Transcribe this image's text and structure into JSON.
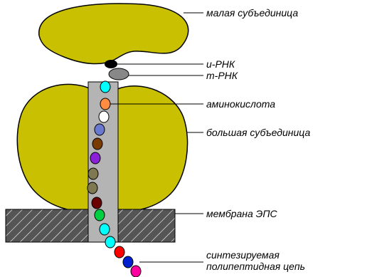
{
  "labels": {
    "small_subunit": "малая субъединица",
    "mrna": "и-РНК",
    "trna": "т-РНК",
    "amino_acid": "аминокислота",
    "large_subunit": "большая субъединица",
    "er_membrane": "мембрана ЭПС",
    "polypeptide_line1": "синтезируемая",
    "polypeptide_line2": "полипептидная цепь"
  },
  "colors": {
    "subunit": "#c8c000",
    "membrane": "#555555",
    "channel": "#b4b4b4",
    "trna": "#888888",
    "mrna": "#000000"
  },
  "chain_colors": [
    "#00ffff",
    "#ff8c40",
    "#ffffff",
    "#6a7ad0",
    "#7a3b00",
    "#8b1fd8",
    "#807850",
    "#807850",
    "#6a0000",
    "#00d040",
    "#00ffff",
    "#00ffff",
    "#ff0000",
    "#0020d0",
    "#ff00a0"
  ]
}
